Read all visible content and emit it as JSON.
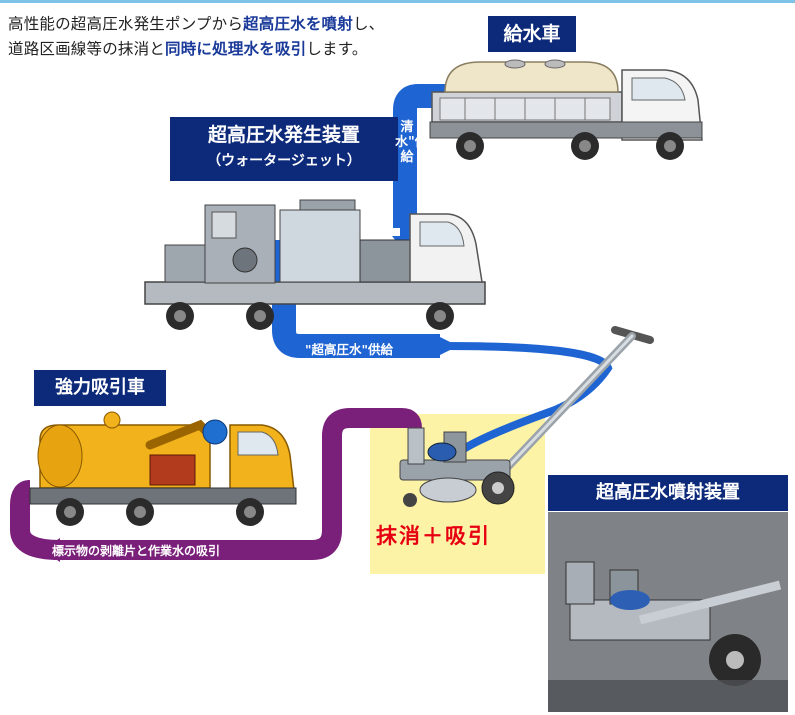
{
  "intro": {
    "p1": "高性能の超高圧水発生ポンプから",
    "h1": "超高圧水を噴射",
    "p2": "し、道路区画線等の抹消と",
    "h2": "同時に処理水を吸引",
    "p3": "します。"
  },
  "labels": {
    "supply_truck": "給水車",
    "generator_title": "超高圧水発生装置",
    "generator_sub": "（ウォータージェット）",
    "suction_truck": "強力吸引車",
    "sprayer": "超高圧水噴射装置"
  },
  "pipes": {
    "fresh_water": "清水\"供給",
    "uhp_water": "\"超高圧水\"供給",
    "waste": "標示物の剥離片と作業水の吸引"
  },
  "caption": "抹消＋吸引",
  "colors": {
    "navy": "#0d2a7a",
    "pipe_blue": "#1e64d2",
    "pipe_purple": "#7a1f7a",
    "red": "#e60012",
    "yellow_zone": "#fdf3a6",
    "truck_yellow": "#f2b21b"
  }
}
